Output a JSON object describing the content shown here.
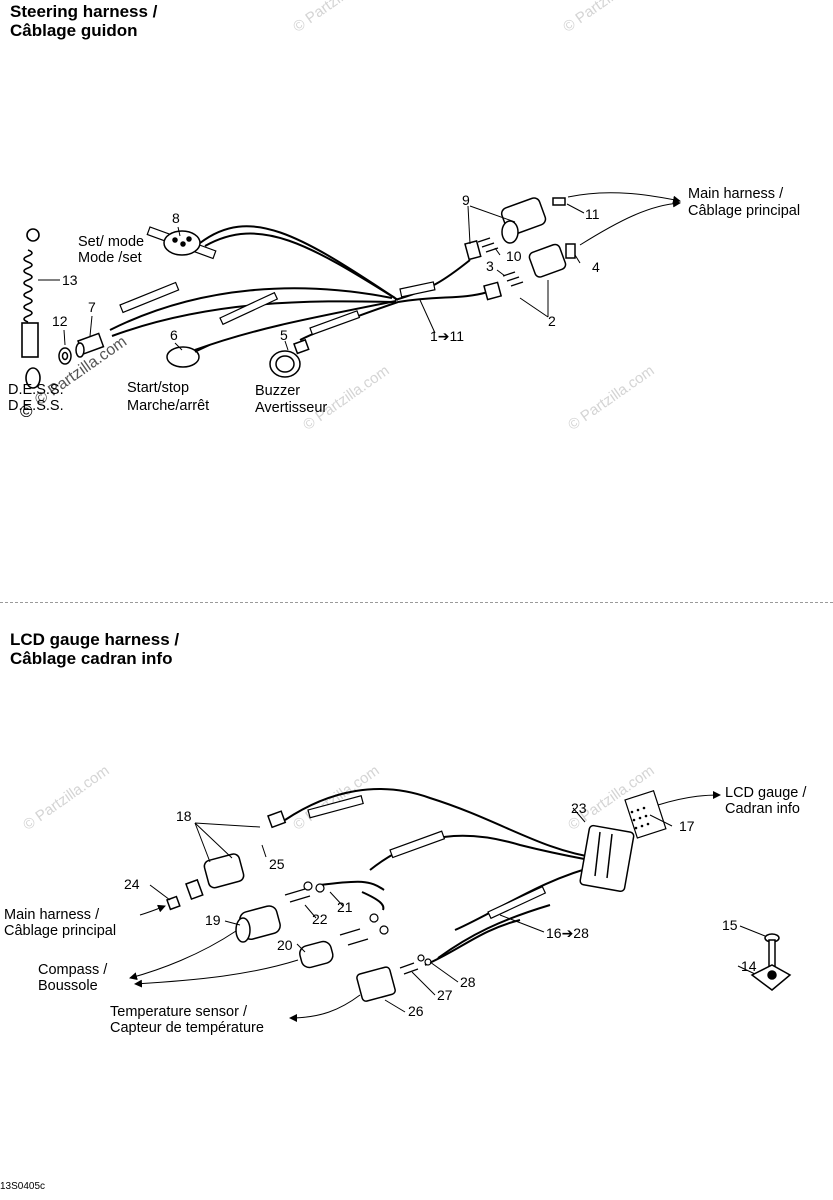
{
  "sections": {
    "steering": {
      "title_en": "Steering harness /",
      "title_fr": "Câblage guidon"
    },
    "lcd": {
      "title_en": "LCD gauge harness /",
      "title_fr": "Câblage cadran info"
    }
  },
  "steering_labels": {
    "set_mode_en": "Set/ mode",
    "set_mode_fr": "Mode /set",
    "start_stop_en": "Start/stop",
    "start_stop_fr": "Marche/arrêt",
    "buzzer_en": "Buzzer",
    "buzzer_fr": "Avertisseur",
    "dess_en": "D.E.S.S.",
    "dess_fr": "D.E.S.S.",
    "main_harness_en": "Main harness   /",
    "main_harness_fr": "Câblage principal",
    "range": "1➔11"
  },
  "steering_numbers": {
    "n2": "2",
    "n3": "3",
    "n4": "4",
    "n5": "5",
    "n6": "6",
    "n7": "7",
    "n8": "8",
    "n9": "9",
    "n10": "10",
    "n11": "11",
    "n12": "12",
    "n13": "13"
  },
  "lcd_labels": {
    "lcd_gauge_en": "LCD gauge /",
    "lcd_gauge_fr": "Cadran info",
    "main_harness_en": "Main harness /",
    "main_harness_fr": "Câblage principal",
    "compass_en": "Compass /",
    "compass_fr": "Boussole",
    "temp_en": "Temperature sensor /",
    "temp_fr": "Capteur de température",
    "range": "16➔28"
  },
  "lcd_numbers": {
    "n14": "14",
    "n15": "15",
    "n17": "17",
    "n18": "18",
    "n19": "19",
    "n20": "20",
    "n21": "21",
    "n22": "22",
    "n23": "23",
    "n24": "24",
    "n25": "25",
    "n26": "26",
    "n27": "27",
    "n28": "28"
  },
  "watermark": "© Partzilla.com",
  "copyright_symbol": "©",
  "drawing_code": "13S0405c"
}
